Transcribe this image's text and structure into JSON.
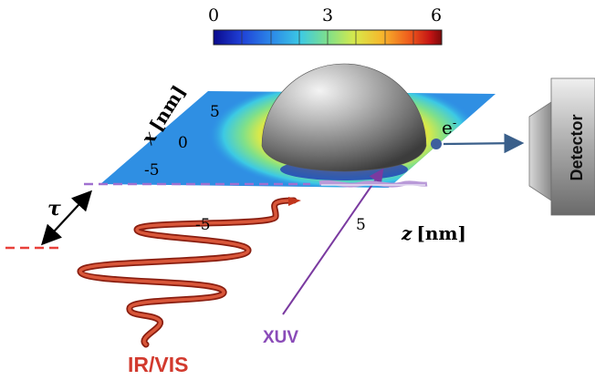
{
  "colorbar": {
    "ticks": [
      "0",
      "3",
      "6"
    ],
    "colors": [
      "#0a0a8c",
      "#1f3fd6",
      "#2b86e8",
      "#3cc9e4",
      "#7fe08a",
      "#d8e94a",
      "#f7b62c",
      "#ee5a1c",
      "#c41414",
      "#7a0a0a"
    ]
  },
  "axes": {
    "x_label_var": "x",
    "x_label_unit": "[nm]",
    "z_label_var": "z",
    "z_label_unit": "[nm]",
    "x_ticks": [
      "5",
      "0",
      "-5"
    ],
    "z_ticks": [
      "-5",
      "5"
    ]
  },
  "labels": {
    "tau": "τ",
    "electron": "e",
    "electron_sup": "-",
    "detector": "Detector",
    "xuv": "XUV",
    "irvis": "IR/VIS"
  },
  "colors": {
    "ir_pulse": "#c2361d",
    "xuv_beam": "#7a3aa0",
    "xuv_text": "#8a4bb8",
    "irvis_text": "#d23a2e",
    "electron_arrow": "#3a5f8a",
    "dash_red": "#e8403a",
    "dash_purple": "#a070d0"
  }
}
